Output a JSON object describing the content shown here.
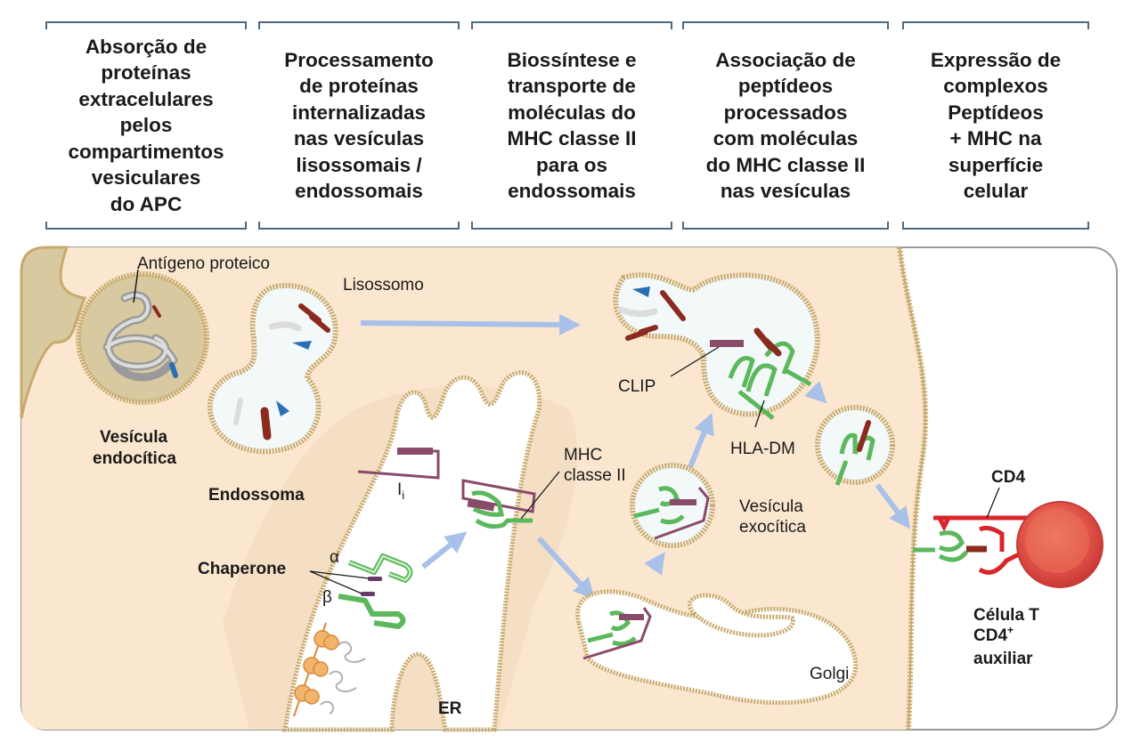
{
  "steps": [
    {
      "text": "Absorção de\nproteínas\nextracelulares\npelos\ncompartimentos\nvesiculares\ndo APC"
    },
    {
      "text": "Processamento\nde proteínas\ninternalizadas\nnas vesículas\nlisossomais /\nendossomais"
    },
    {
      "text": "Biossíntese e\ntransporte de\nmoléculas do\nMHC classe II\npara os\nendossomais"
    },
    {
      "text": "Associação de\npeptídeos\nprocessados\ncom moléculas\ndo MHC classe II\nnas vesículas"
    },
    {
      "text": "Expressão de\ncomplexos\nPeptídeos\n+ MHC na\nsuperfície\ncelular"
    }
  ],
  "labels": {
    "antigen": "Antígeno proteico",
    "lysosome": "Lisossomo",
    "endocytic_vesicle_1": "Vesícula",
    "endocytic_vesicle_2": "endocítica",
    "endosome": "Endossoma",
    "invariant_chain": "I",
    "invariant_chain_sub": "i",
    "mhc_1": "MHC",
    "mhc_2": "classe II",
    "chaperone": "Chaperone",
    "alpha": "α",
    "beta": "β",
    "er": "ER",
    "clip": "CLIP",
    "hla_dm": "HLA-DM",
    "exocytic_vesicle_1": "Vesícula",
    "exocytic_vesicle_2": "exocítica",
    "golgi": "Golgi",
    "cd4": "CD4",
    "t_cell_1": "Célula T",
    "t_cell_2": "CD4",
    "t_cell_2_sup": "+",
    "t_cell_3": "auxiliar"
  },
  "colors": {
    "cytoplasm": "#fbe7cf",
    "membrane": "#c8aa6e",
    "mhc": "#5cb85c",
    "peptide": "#8b2a1e",
    "arrow": "#a9c0e8",
    "invariant": "#8a4a6a",
    "cd4": "#d9252a",
    "step_border": "#4e6a80"
  }
}
